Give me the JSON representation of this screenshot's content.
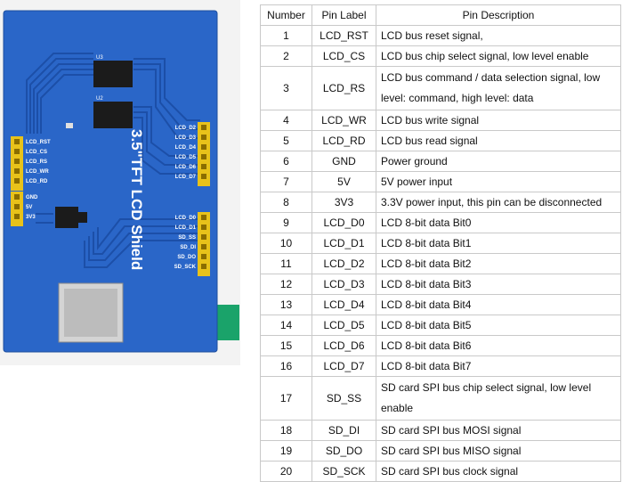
{
  "board": {
    "title": "3.5\"TFT LCD Shield",
    "chip_labels": [
      "U3",
      "U2"
    ],
    "header_left_a": [
      "LCD_RST",
      "LCD_CS",
      "LCD_RS",
      "LCD_WR",
      "LCD_RD"
    ],
    "header_left_b": [
      "GND",
      "5V",
      "3V3"
    ],
    "header_right_a": [
      "LCD_D2",
      "LCD_D3",
      "LCD_D4",
      "LCD_D5",
      "LCD_D6",
      "LCD_D7"
    ],
    "header_right_b": [
      "LCD_D0",
      "LCD_D1",
      "SD_SS",
      "SD_DI",
      "SD_DO",
      "SD_SCK"
    ],
    "board_color": "#2a66c8",
    "trace_color": "#1c4fa8",
    "header_color": "#e8c21a"
  },
  "table": {
    "headers": [
      "Number",
      "Pin Label",
      "Pin Description"
    ],
    "rows": [
      {
        "num": "1",
        "label": "LCD_RST",
        "desc": "LCD bus reset signal,"
      },
      {
        "num": "2",
        "label": "LCD_CS",
        "desc": "LCD bus chip select signal, low level enable"
      },
      {
        "num": "3",
        "label": "LCD_RS",
        "desc": "LCD bus command / data selection signal, low level: command, high level: data"
      },
      {
        "num": "4",
        "label": "LCD_WR",
        "desc": "LCD bus write signal"
      },
      {
        "num": "5",
        "label": "LCD_RD",
        "desc": "LCD bus read signal"
      },
      {
        "num": "6",
        "label": "GND",
        "desc": "Power ground"
      },
      {
        "num": "7",
        "label": "5V",
        "desc": "5V power input"
      },
      {
        "num": "8",
        "label": "3V3",
        "desc": "3.3V power input, this pin can be disconnected"
      },
      {
        "num": "9",
        "label": "LCD_D0",
        "desc": "LCD 8-bit data Bit0"
      },
      {
        "num": "10",
        "label": "LCD_D1",
        "desc": "LCD 8-bit data Bit1"
      },
      {
        "num": "11",
        "label": "LCD_D2",
        "desc": "LCD 8-bit data Bit2"
      },
      {
        "num": "12",
        "label": "LCD_D3",
        "desc": "LCD 8-bit data Bit3"
      },
      {
        "num": "13",
        "label": "LCD_D4",
        "desc": "LCD 8-bit data Bit4"
      },
      {
        "num": "14",
        "label": "LCD_D5",
        "desc": "LCD 8-bit data Bit5"
      },
      {
        "num": "15",
        "label": "LCD_D6",
        "desc": "LCD 8-bit data Bit6"
      },
      {
        "num": "16",
        "label": "LCD_D7",
        "desc": "LCD 8-bit data Bit7"
      },
      {
        "num": "17",
        "label": "SD_SS",
        "desc": "SD card SPI bus chip select signal, low level enable"
      },
      {
        "num": "18",
        "label": "SD_DI",
        "desc": "SD card SPI bus MOSI signal"
      },
      {
        "num": "19",
        "label": "SD_DO",
        "desc": "SD card SPI bus MISO signal"
      },
      {
        "num": "20",
        "label": "SD_SCK",
        "desc": "SD card SPI bus clock signal"
      }
    ]
  }
}
